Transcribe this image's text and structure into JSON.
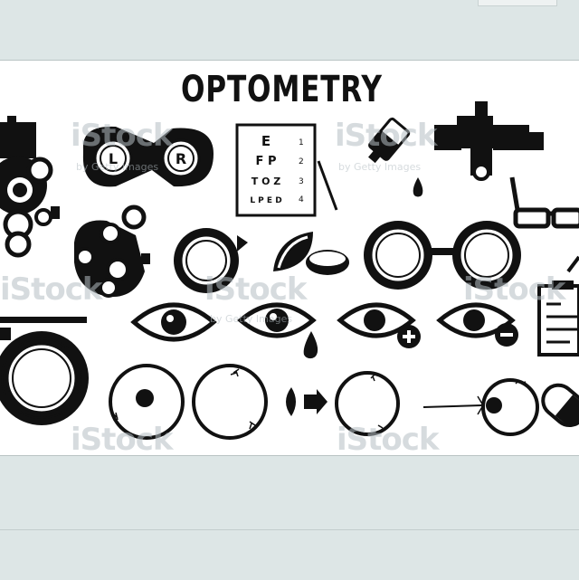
{
  "title": "OPTOMETRY",
  "eye_chart": {
    "rows": [
      {
        "letters": "E",
        "number": "1"
      },
      {
        "letters": "F P",
        "number": "2"
      },
      {
        "letters": "T O Z",
        "number": "3"
      },
      {
        "letters": "L P E D",
        "number": "4"
      }
    ]
  },
  "trial_frame_labels": {
    "left": "L",
    "right": "R"
  },
  "watermark": {
    "brand": "iStock",
    "credit": "by Getty Images"
  },
  "colors": {
    "ink": "#111111",
    "background_band": "#dde6e6",
    "canvas": "#ffffff"
  },
  "icons": [
    "phoropter-icon",
    "trial-frame-icon",
    "eye-chart-icon",
    "eye-dropper-icon",
    "slit-lamp-icon",
    "glasses-icon",
    "lens-icon",
    "contact-lenses-icon",
    "round-glasses-icon",
    "eye-icon",
    "crying-eye-icon",
    "eye-plus-icon",
    "eye-minus-icon",
    "clipboard-icon",
    "eyeball-icon",
    "retina-icon",
    "laser-eye-icon",
    "pill-icon"
  ]
}
